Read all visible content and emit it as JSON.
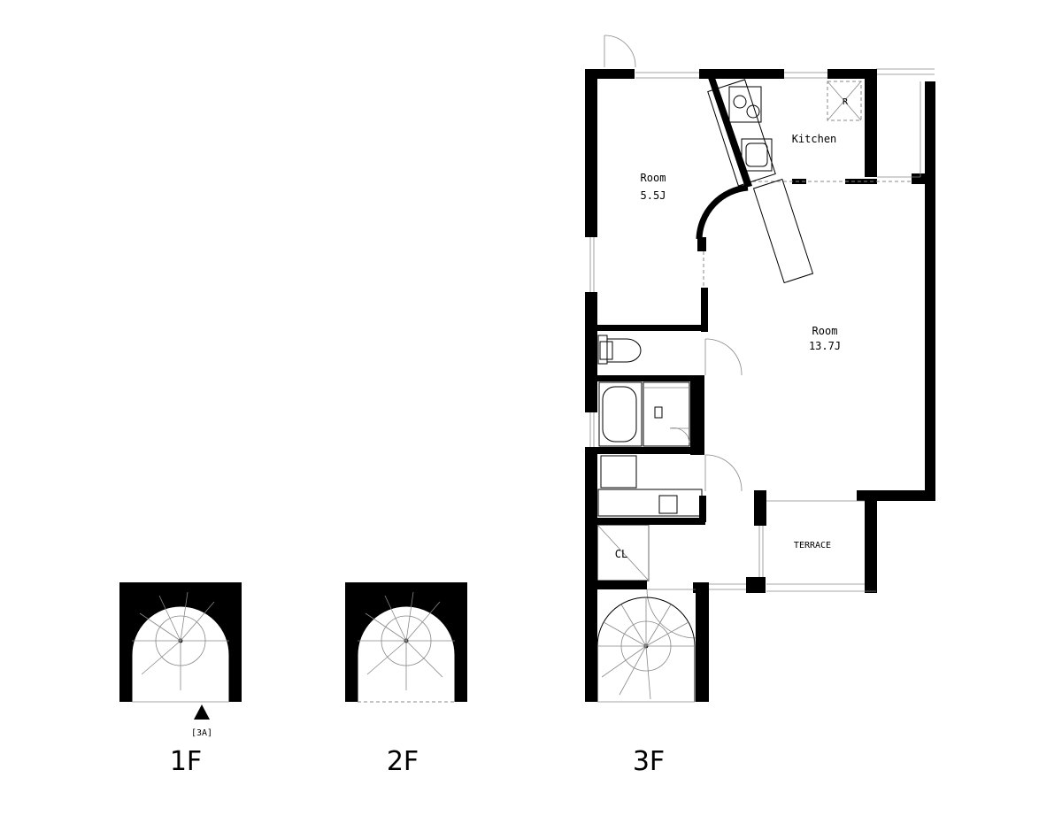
{
  "rooms": {
    "room_a": {
      "name": "Room",
      "size": "5.5J"
    },
    "kitchen": {
      "name": "Kitchen",
      "fridge": "R"
    },
    "room_b": {
      "name": "Room",
      "size": "13.7J"
    },
    "closet": {
      "name": "CL"
    },
    "terrace": {
      "name": "TERRACE"
    }
  },
  "entrance": {
    "label": "[3A]",
    "marker": "triangle-up-icon"
  },
  "floors": {
    "f1": "1F",
    "f2": "2F",
    "f3": "3F"
  }
}
